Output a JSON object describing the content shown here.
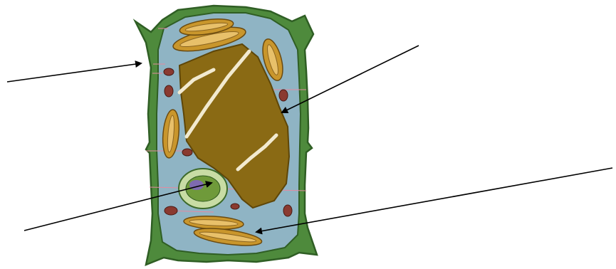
{
  "colors": {
    "background": "#ffffff",
    "cell_wall": "#4e8a3c",
    "cell_wall_dark": "#2f5e24",
    "cytoplasm": "#8fb4c4",
    "vacuole": "#8a6a14",
    "vacuole_edge": "#5e4608",
    "tonoplast_strand": "#f2ead0",
    "chloroplast": "#c9962c",
    "chloroplast_inner": "#e8c06a",
    "mitochondrion": "#8a3a30",
    "nucleus": "#c8dca4",
    "nucleus_inner": "#6f9a3a",
    "membrane_lines": "#e48aa0",
    "arrow": "#000000"
  },
  "diagram": {
    "subject": "plant cell",
    "label_arrows": [
      {
        "id": "arrow-cell-wall",
        "points_to": "cell-wall-membrane"
      },
      {
        "id": "arrow-vacuole",
        "points_to": "vacuole"
      },
      {
        "id": "arrow-nucleus",
        "points_to": "nucleus"
      },
      {
        "id": "arrow-chloroplast",
        "points_to": "chloroplast"
      }
    ]
  }
}
